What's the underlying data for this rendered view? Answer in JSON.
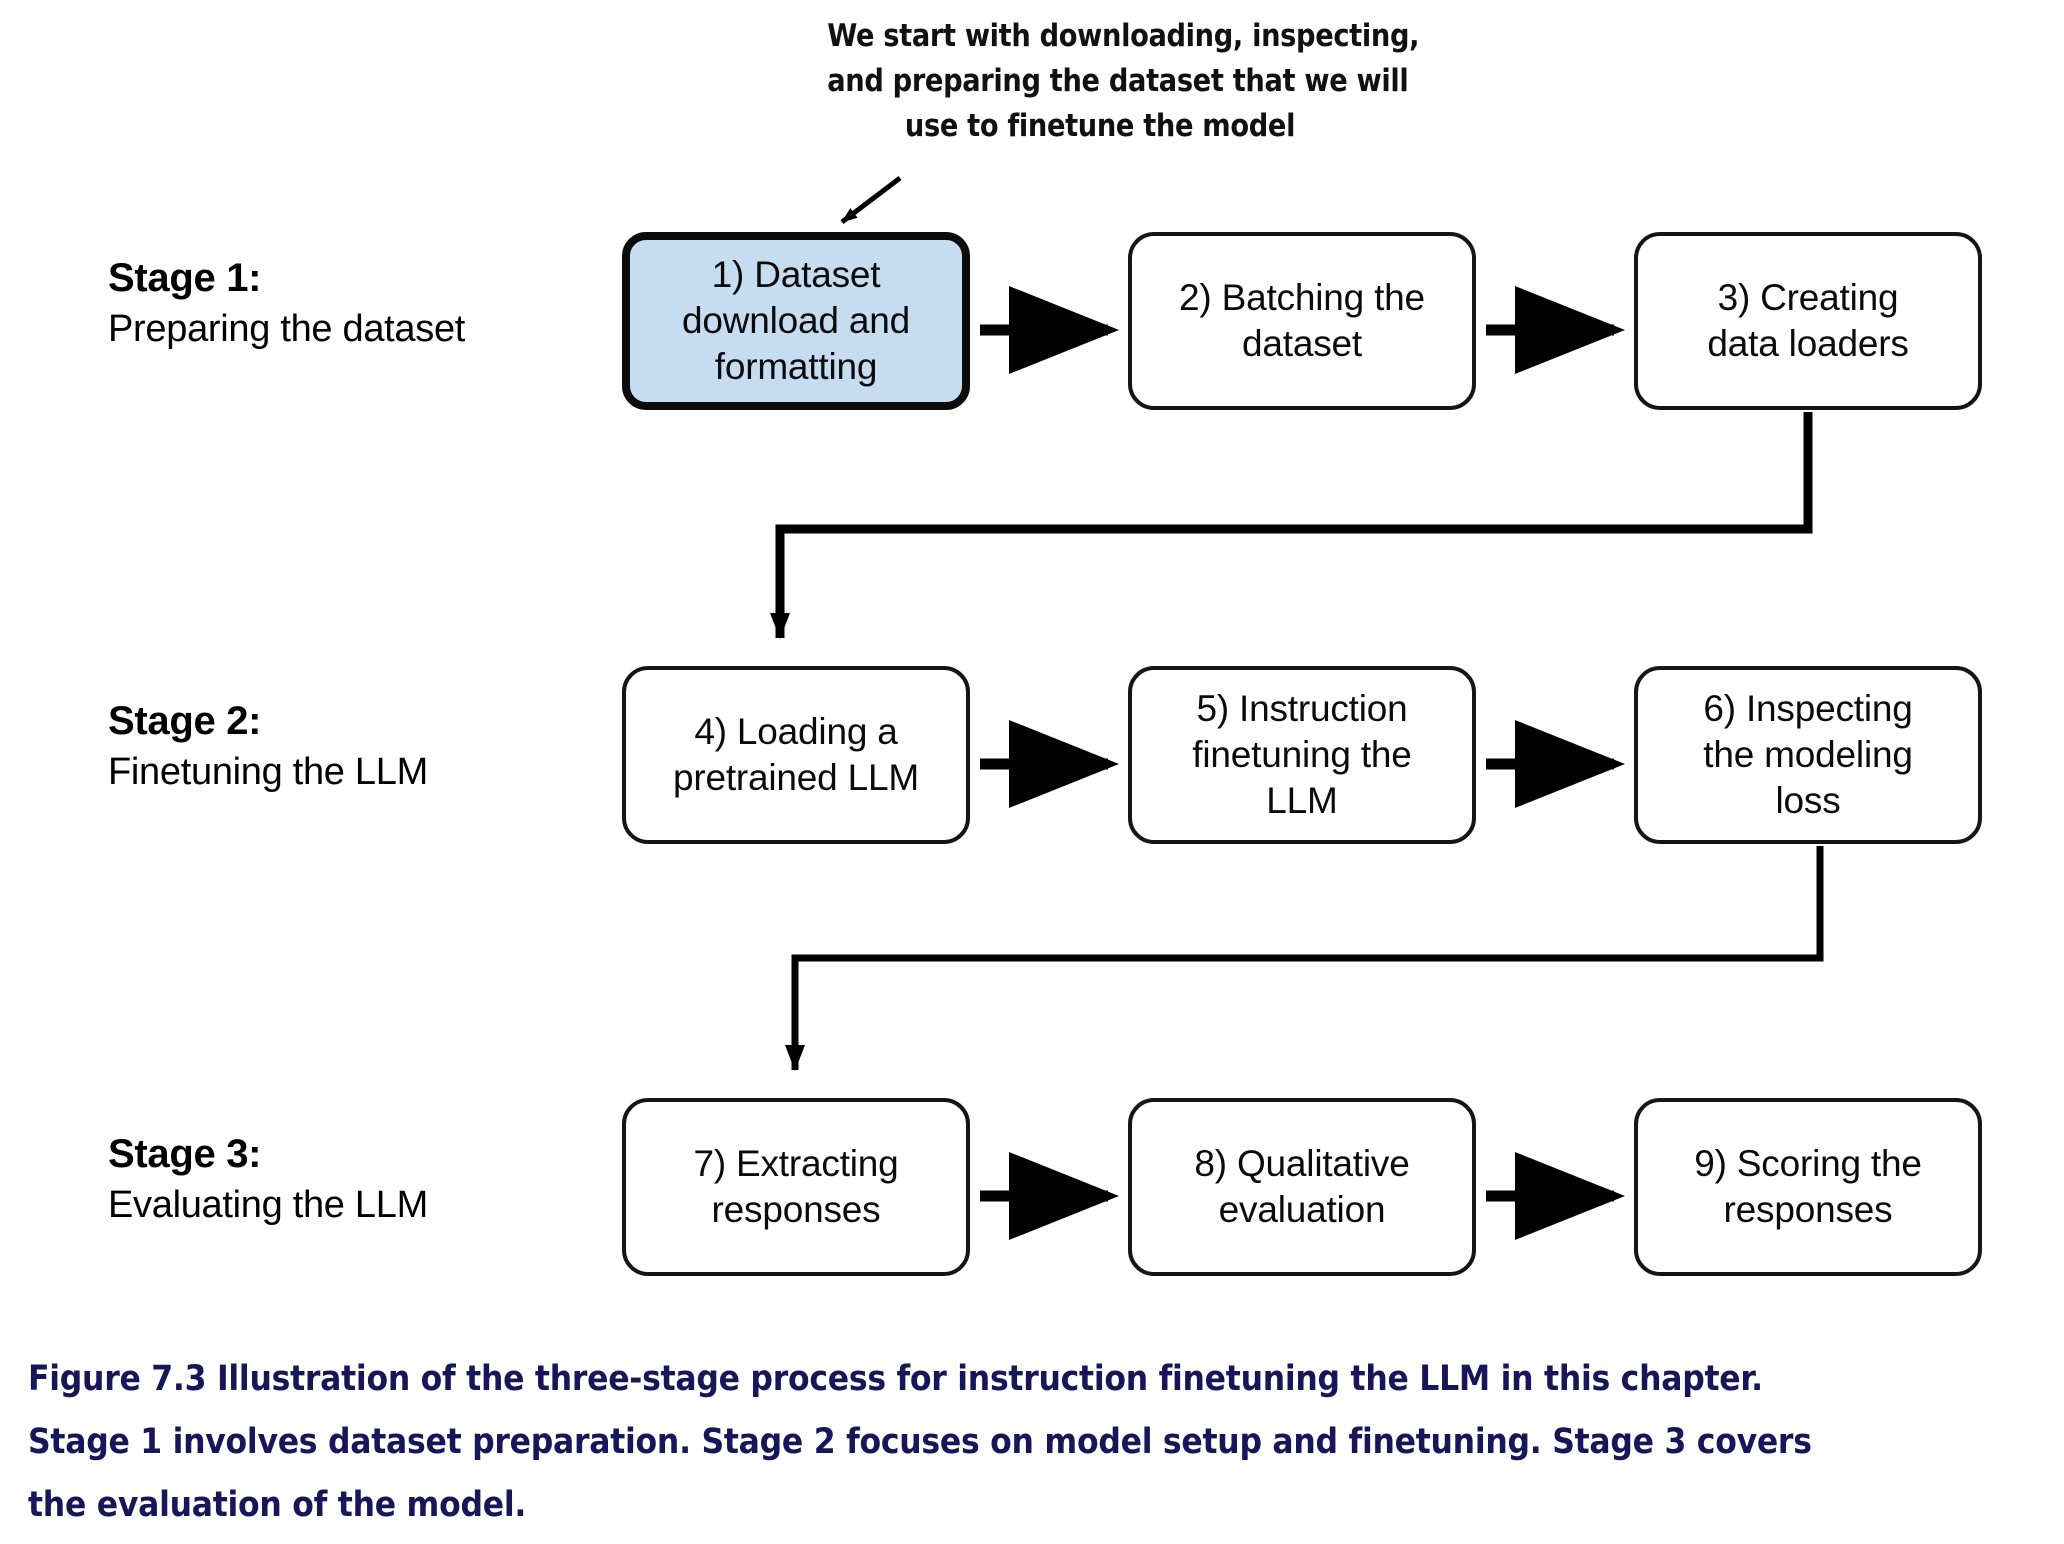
{
  "figure": {
    "annotation": {
      "lines": [
        "We start with downloading, inspecting,",
        "and preparing the dataset that we will",
        "use to finetune the model"
      ],
      "target_node": "1) Dataset download and formatting"
    },
    "stages": [
      {
        "title": "Stage 1:",
        "subtitle": "Preparing the dataset"
      },
      {
        "title": "Stage 2:",
        "subtitle": "Finetuning the LLM"
      },
      {
        "title": "Stage 3:",
        "subtitle": "Evaluating the LLM"
      }
    ],
    "nodes": [
      {
        "id": 1,
        "label": "1) Dataset\ndownload and\nformatting",
        "highlighted": true
      },
      {
        "id": 2,
        "label": "2) Batching the\ndataset",
        "highlighted": false
      },
      {
        "id": 3,
        "label": "3) Creating\ndata loaders",
        "highlighted": false
      },
      {
        "id": 4,
        "label": "4) Loading a\npretrained LLM",
        "highlighted": false
      },
      {
        "id": 5,
        "label": "5) Instruction\nfinetuning the\nLLM",
        "highlighted": false
      },
      {
        "id": 6,
        "label": "6) Inspecting\nthe modeling\nloss",
        "highlighted": false
      },
      {
        "id": 7,
        "label": "7) Extracting\nresponses",
        "highlighted": false
      },
      {
        "id": 8,
        "label": "8) Qualitative\nevaluation",
        "highlighted": false
      },
      {
        "id": 9,
        "label": "9) Scoring the\nresponses",
        "highlighted": false
      }
    ],
    "caption": "Figure 7.3 Illustration of the three-stage process for instruction finetuning the LLM in this chapter. Stage 1 involves dataset preparation. Stage 2 focuses on model setup and finetuning. Stage 3 covers the evaluation of the model.",
    "colors": {
      "highlight_fill": "#c5dcf1",
      "node_border": "#151515",
      "caption_text": "#161659",
      "background": "#ffffff",
      "connector": "#000000"
    }
  }
}
